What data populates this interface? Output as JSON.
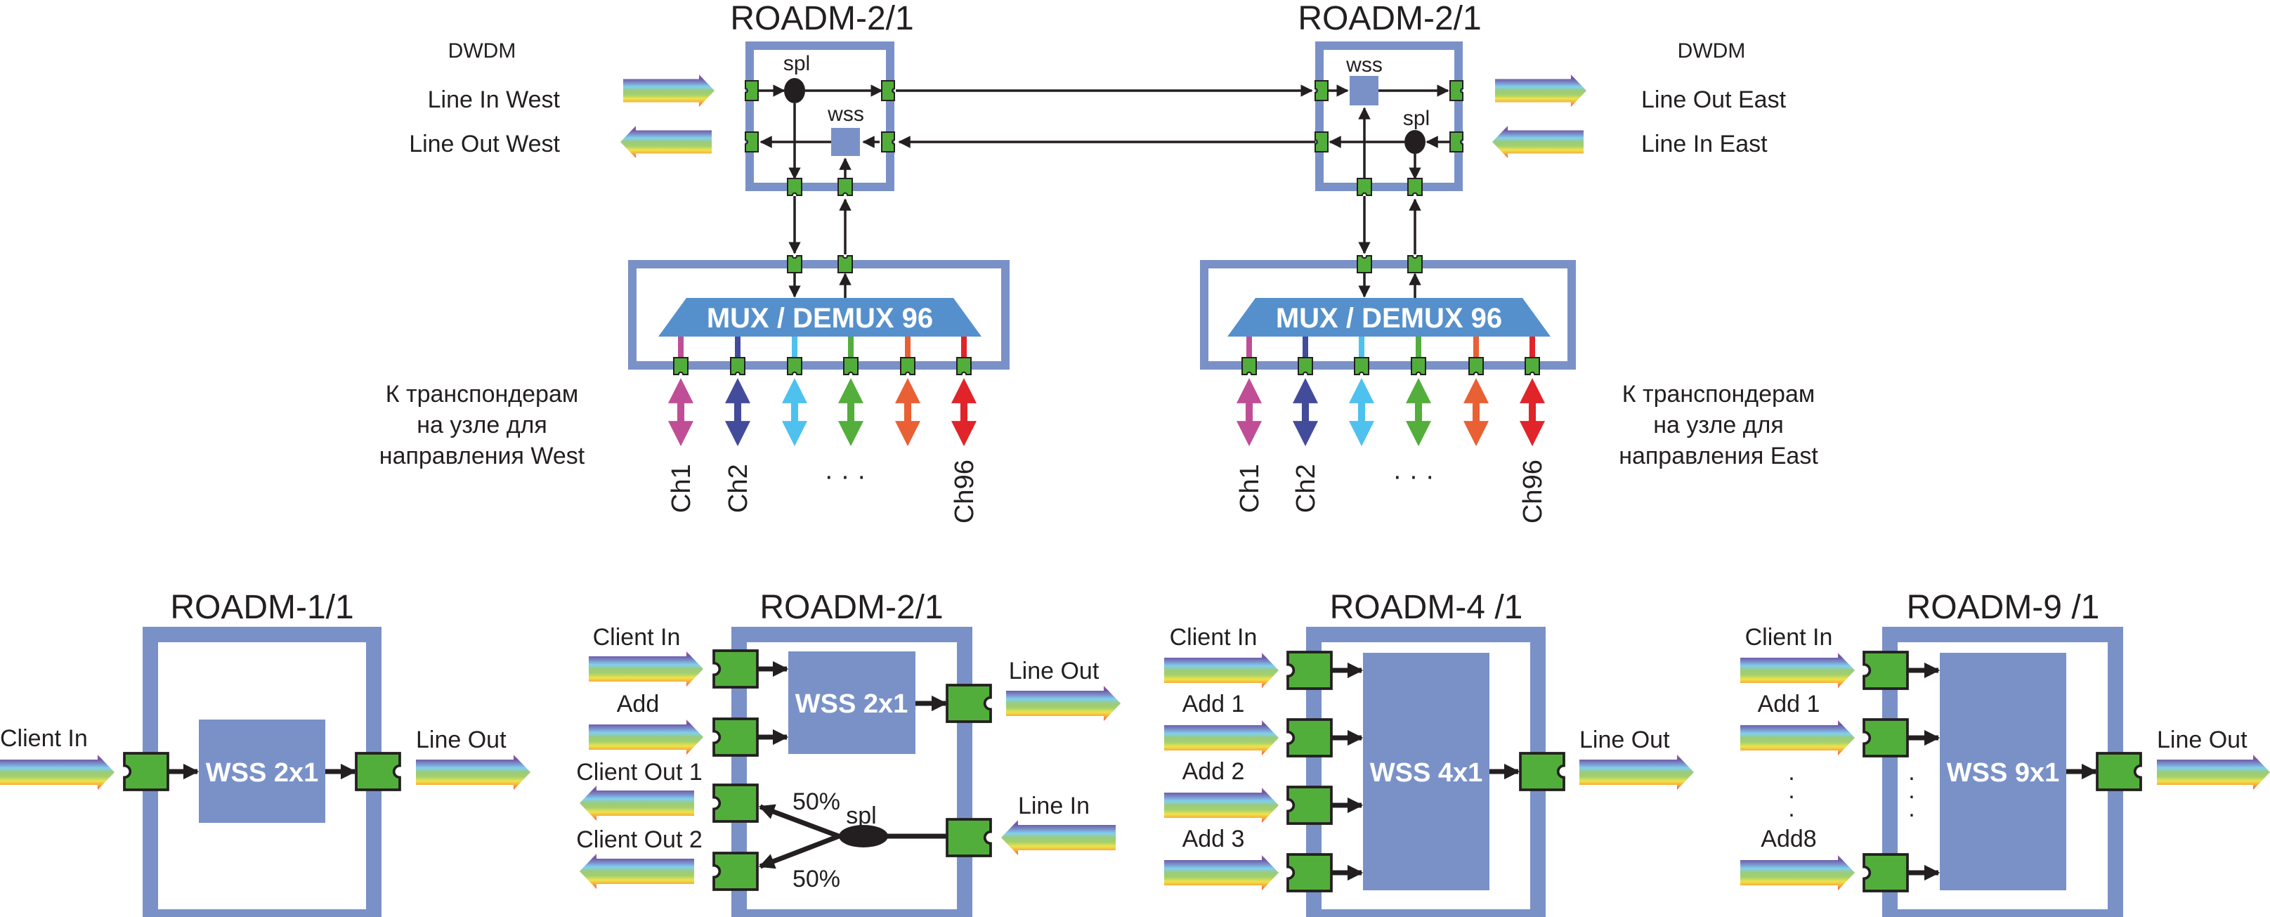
{
  "colors": {
    "box_border": "#7A91C8",
    "wss_fill": "#7A91C8",
    "mux_fill": "#5590CC",
    "port_fill": "#52AE3A",
    "line": "#231F20",
    "channels": [
      "#C04E96",
      "#434B9B",
      "#4FC1EE",
      "#53AE3C",
      "#E96035",
      "#E0242A"
    ],
    "rainbow": [
      "#C8559A",
      "#6A58A6",
      "#7C8CC8",
      "#7FD0EE",
      "#9CCB7A",
      "#A2D06E",
      "#EFE34A",
      "#F7A63A",
      "#EE4E50"
    ]
  },
  "top": {
    "west": {
      "title": "ROADM-2/1",
      "dwdm_label": "DWDM",
      "line_in_label": "Line In West",
      "line_out_label": "Line Out West",
      "spl_label": "spl",
      "wss_label": "wss",
      "mux_label": "MUX / DEMUX 96",
      "transponder_label": [
        "К транспондерам",
        "на узле для",
        "направления West"
      ],
      "channel_labels": [
        "Ch1",
        "Ch2",
        "· · ·",
        "Ch96"
      ]
    },
    "east": {
      "title": "ROADM-2/1",
      "dwdm_label": "DWDM",
      "line_out_label": "Line Out East",
      "line_in_label": "Line In East",
      "spl_label": "spl",
      "wss_label": "wss",
      "mux_label": "MUX / DEMUX 96",
      "transponder_label": [
        "К транспондерам",
        "на узле для",
        "направления East"
      ],
      "channel_labels": [
        "Ch1",
        "Ch2",
        "· · ·",
        "Ch96"
      ]
    }
  },
  "bottom": {
    "roadm1": {
      "title": "ROADM-1/1",
      "wss_label": "WSS 2x1",
      "inputs": [
        "Client In"
      ],
      "output": "Line Out"
    },
    "roadm2": {
      "title": "ROADM-2/1",
      "wss_label": "WSS 2x1",
      "inputs": [
        "Client In",
        "Add"
      ],
      "client_outputs": [
        "Client Out 1",
        "Client Out 2"
      ],
      "output": "Line Out",
      "line_in": "Line In",
      "spl_label": "spl",
      "split_ratios": [
        "50%",
        "50%"
      ]
    },
    "roadm4": {
      "title": "ROADM-4 /1",
      "wss_label": "WSS 4x1",
      "inputs": [
        "Client In",
        "Add 1",
        "Add 2",
        "Add 3"
      ],
      "output": "Line Out"
    },
    "roadm9": {
      "title": "ROADM-9 /1",
      "wss_label": "WSS 9x1",
      "inputs": [
        "Client In",
        "Add 1",
        "Add8"
      ],
      "ellipsis": ".",
      "output": "Line Out"
    }
  }
}
